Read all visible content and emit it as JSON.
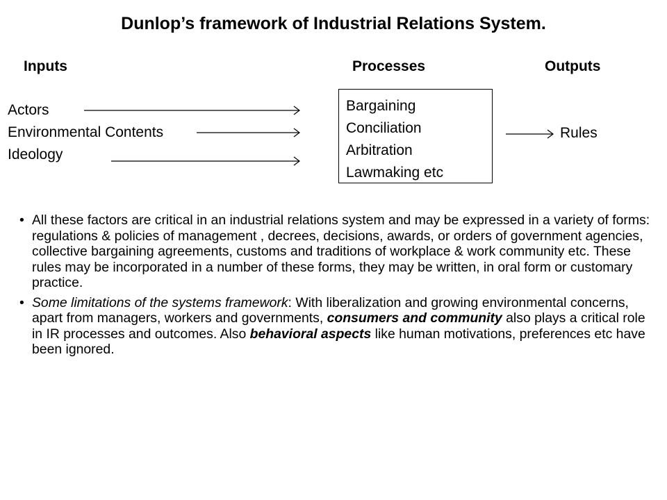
{
  "title": "Dunlop’s framework of Industrial Relations System.",
  "columns": {
    "inputs": "Inputs",
    "processes": "Processes",
    "outputs": "Outputs"
  },
  "inputs": [
    "Actors",
    "Environmental Contents",
    "Ideology"
  ],
  "processes": [
    "Bargaining",
    "Conciliation",
    "Arbitration",
    "Lawmaking etc"
  ],
  "output": "Rules",
  "bullets": {
    "first": "All these factors are critical in an industrial relations system and may be expressed in a variety of forms: regulations & policies of management , decrees, decisions, awards, or orders of government agencies, collective bargaining agreements, customs and traditions of workplace & work community etc. These rules may be incorporated in a number of these forms, they may be written, in oral form or customary practice.",
    "second": {
      "lead": "Some limitations of the systems framework",
      "part1": ": With liberalization and growing environmental concerns, apart from managers, workers and governments, ",
      "emph1": "consumers and community",
      "part2": " also plays a critical role in IR processes and outcomes. Also ",
      "emph2": "behavioral aspects",
      "part3": " like human motivations, preferences etc have been ignored."
    },
    "marker": "•"
  }
}
